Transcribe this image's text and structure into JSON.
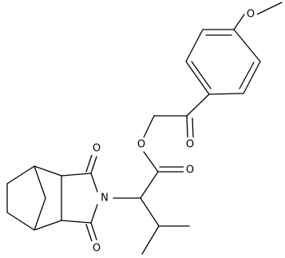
{
  "diagram": {
    "type": "chemical-structure",
    "atoms": {
      "O_methoxy": "O",
      "O_ketone": "O",
      "O_ester_single": "O",
      "O_ester_double": "O",
      "N_imide": "N",
      "O_imide_top": "O",
      "O_imide_bottom": "O"
    }
  }
}
